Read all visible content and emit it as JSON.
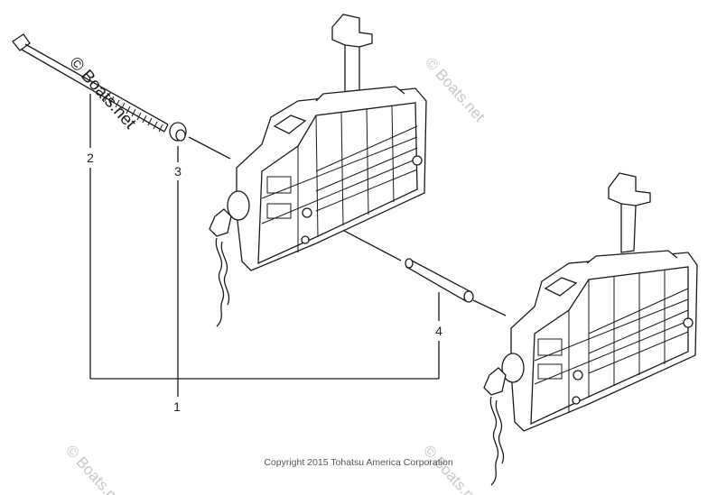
{
  "callouts": {
    "c1": "1",
    "c2": "2",
    "c3": "3",
    "c4": "4"
  },
  "copyright": "Copyright 2015 Tohatsu America Corporation",
  "watermark": "© Boats.net",
  "colors": {
    "line": "#1a1a1a",
    "part_fill": "#ffffff",
    "watermark": "#c8c8c8"
  }
}
